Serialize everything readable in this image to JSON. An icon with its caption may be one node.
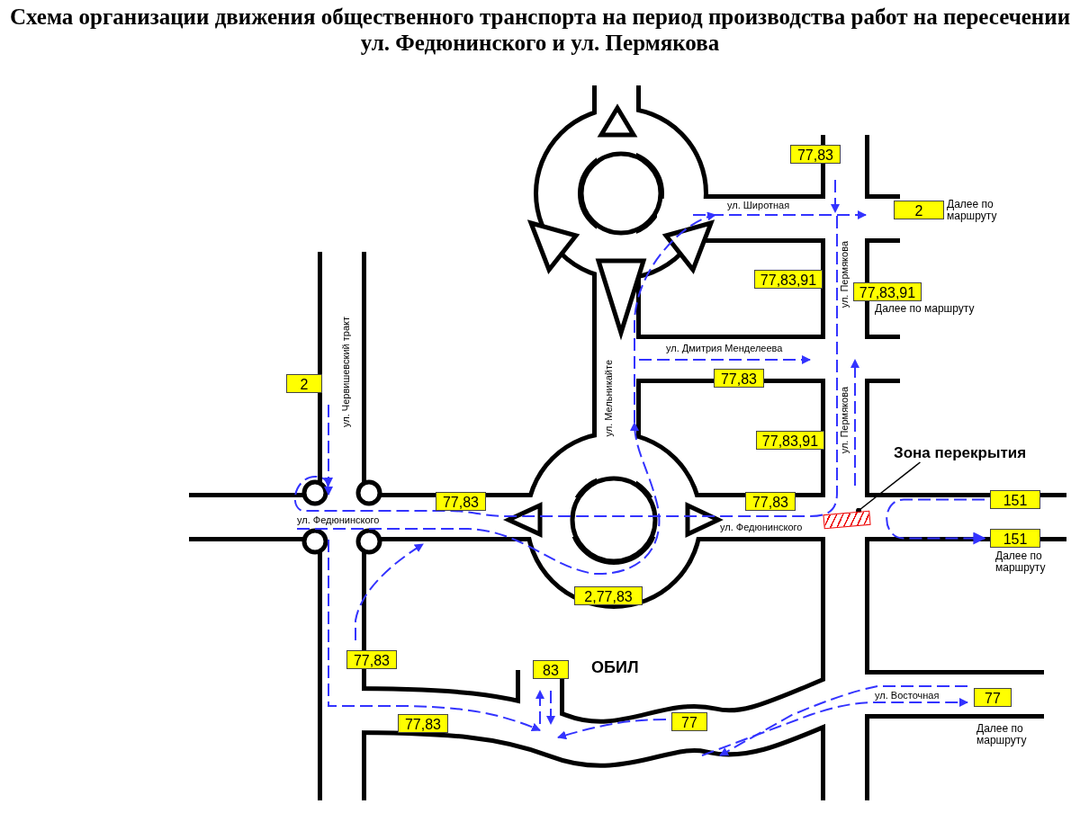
{
  "diagram": {
    "title": "Схема организации движения общественного транспорта на период производства работ на пересечении ул. Федюнинского и ул. Пермякова",
    "nodes": [
      {
        "text": [
          "77,83"
        ]
      },
      {
        "text": [
          "2"
        ],
        "beside": [
          "Далее по маршруту"
        ]
      },
      {
        "text": [
          "77,83,91"
        ]
      },
      {
        "text": [
          "77,83,91"
        ],
        "beside": [
          "Далее по маршруту"
        ]
      },
      {
        "text": [
          "77,83"
        ]
      },
      {
        "text": [
          "77,83,91"
        ]
      },
      {
        "text": [
          "2"
        ]
      },
      {
        "text": [
          "77,83"
        ]
      },
      {
        "text": [
          "77,83"
        ]
      },
      {
        "text": [
          "151"
        ]
      },
      {
        "text": [
          "151"
        ],
        "beside": [
          "Далее по маршруту"
        ]
      },
      {
        "text": [
          "2,77,83"
        ]
      },
      {
        "text": [
          "77,83"
        ]
      },
      {
        "text": [
          "83"
        ]
      },
      {
        "text": [
          "77,83"
        ]
      },
      {
        "text": [
          "77"
        ]
      },
      {
        "text": [
          "77"
        ],
        "beside": [
          "Далее по маршруту"
        ]
      },
      {
        "text": [
          "Зона перекрытия"
        ]
      },
      {
        "text": [],
        "shape": "box"
      }
    ],
    "edges": [
      {
        "from": 17,
        "to": 18,
        "arrow": "other"
      },
      {
        "from": 9,
        "to": 10,
        "arrow": "to",
        "style": "dashed",
        "color": "#3333ff"
      }
    ],
    "labels": [
      "ул. Широтная",
      "ул. Пермякова",
      "ул. Червишевский тракт",
      "ул. Дмитрия Менделеева",
      "ул. Мельникайте",
      "ул. Пермякова",
      "ул. Федюнинского",
      "ул. Федюнинского",
      "ОБИЛ",
      "ул. Восточная"
    ]
  }
}
